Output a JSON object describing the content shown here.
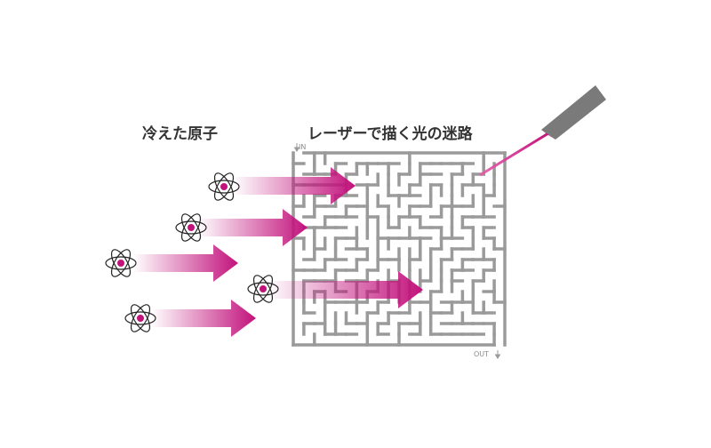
{
  "labels": {
    "atoms": "冷えた原子",
    "maze": "レーザーで描く光の迷路",
    "in": "IN",
    "out": "OUT"
  },
  "icons": {
    "atom": "atom-icon",
    "arrow": "arrow-icon",
    "laser": "laser-emitter-icon",
    "arrow_down": "arrow-down-icon"
  },
  "colors": {
    "accent": "#c2127c",
    "maze": "#9a9a9a",
    "laser_body": "#7a7a7a",
    "text": "#333333",
    "background": "#ffffff"
  },
  "atom_count": 5,
  "arrow_count": 5
}
